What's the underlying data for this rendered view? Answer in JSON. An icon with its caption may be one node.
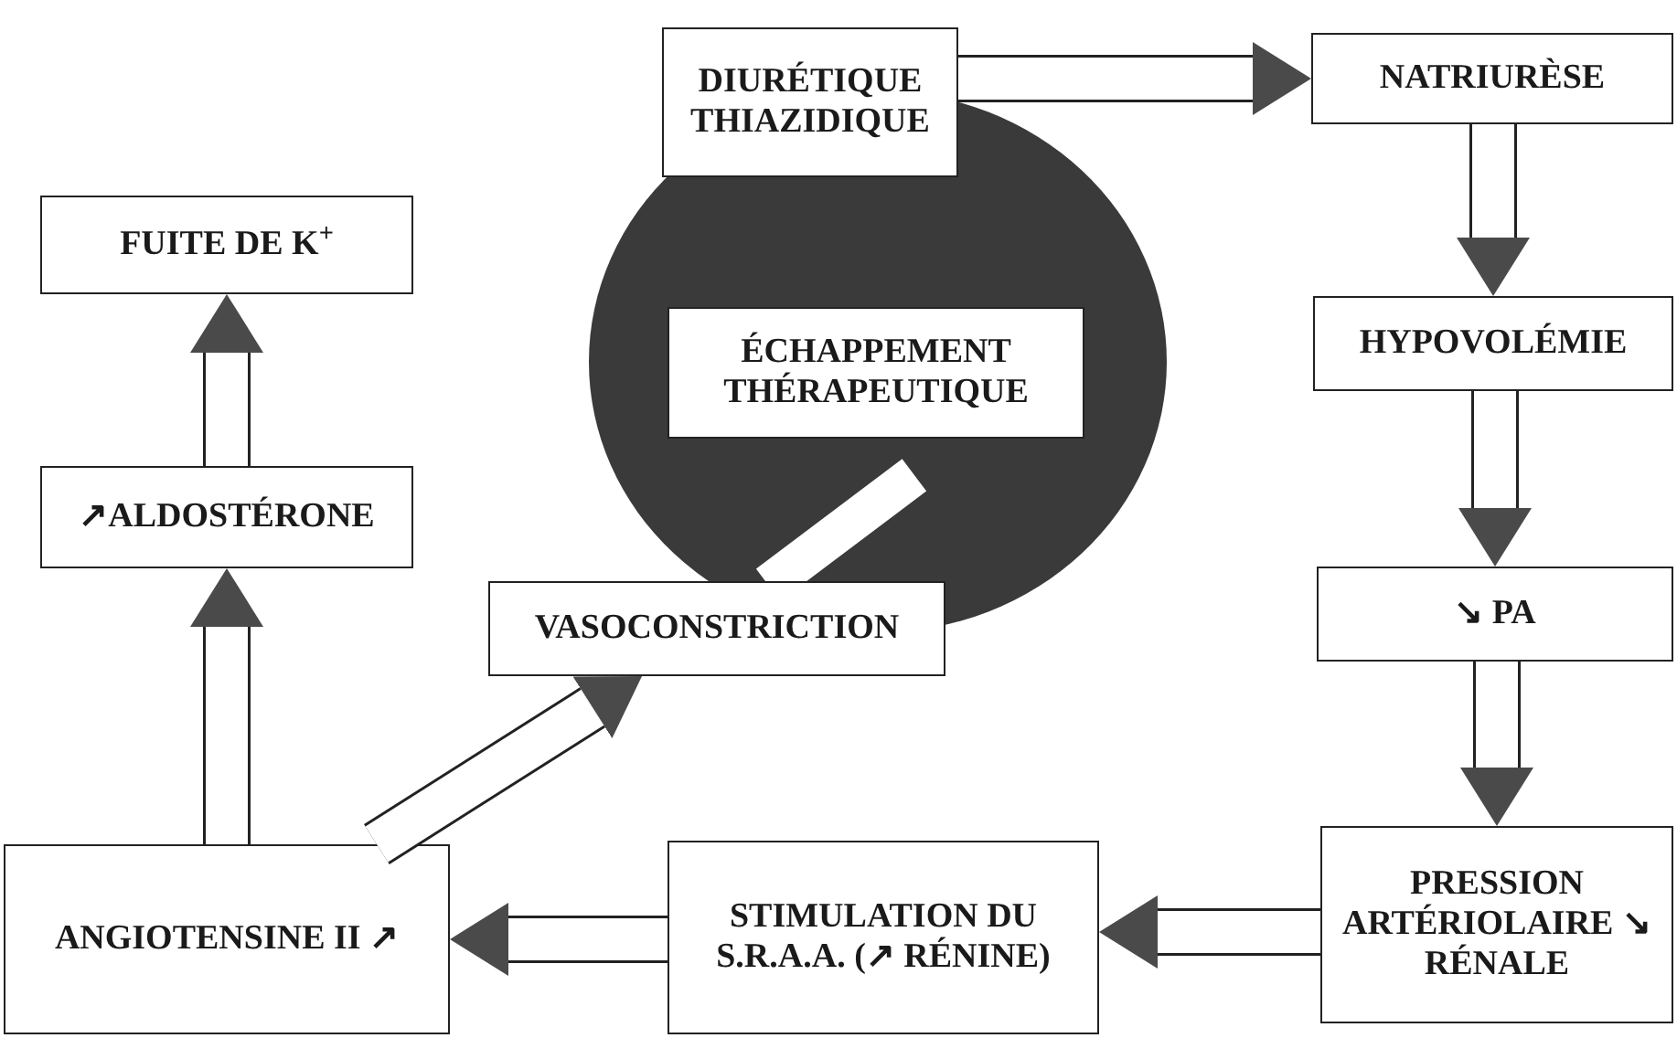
{
  "diagram": {
    "nodes": [
      {
        "text": [
          "DIURÉTIQUE THIAZIDIQUE"
        ]
      },
      {
        "text": [
          "NATRIURÈSE"
        ]
      },
      {
        "text": [
          "FUITE DE K$^{+}$"
        ]
      },
      {
        "text": [],
        "shape": "circle"
      },
      {
        "text": [
          "ÉCHAPPEMENT THÉRAPEUTIQUE"
        ],
        "in": 3
      },
      {
        "text": [
          "HYPOVOLÉMIE"
        ]
      },
      {
        "text": [
          "↗ALDOSTÉRONE"
        ]
      },
      {
        "text": [
          "VASOCONSTRICTION"
        ]
      },
      {
        "text": [
          "↘ PA"
        ]
      },
      {
        "text": [
          "ANGIOTENSINE II ↗"
        ]
      },
      {
        "text": [
          "STIMULATION DU S.R.A.A. (↗ RÉNINE)"
        ]
      },
      {
        "text": [
          "PRESSION ARTÉRIOLAIRE ↘ RÉNALE"
        ]
      }
    ],
    "edges": [
      {
        "from": 0,
        "to": 1,
        "arrow": "to"
      },
      {
        "from": 1,
        "to": 5,
        "arrow": "to"
      },
      {
        "from": 5,
        "to": 8,
        "arrow": "to"
      },
      {
        "from": 8,
        "to": 11,
        "arrow": "to"
      },
      {
        "from": 11,
        "to": 10,
        "arrow": "to"
      },
      {
        "from": 10,
        "to": 9,
        "arrow": "to"
      },
      {
        "from": 9,
        "to": 6,
        "arrow": "to"
      },
      {
        "from": 6,
        "to": 2,
        "arrow": "to"
      },
      {
        "from": 9,
        "to": 7,
        "arrow": "to"
      }
    ]
  }
}
